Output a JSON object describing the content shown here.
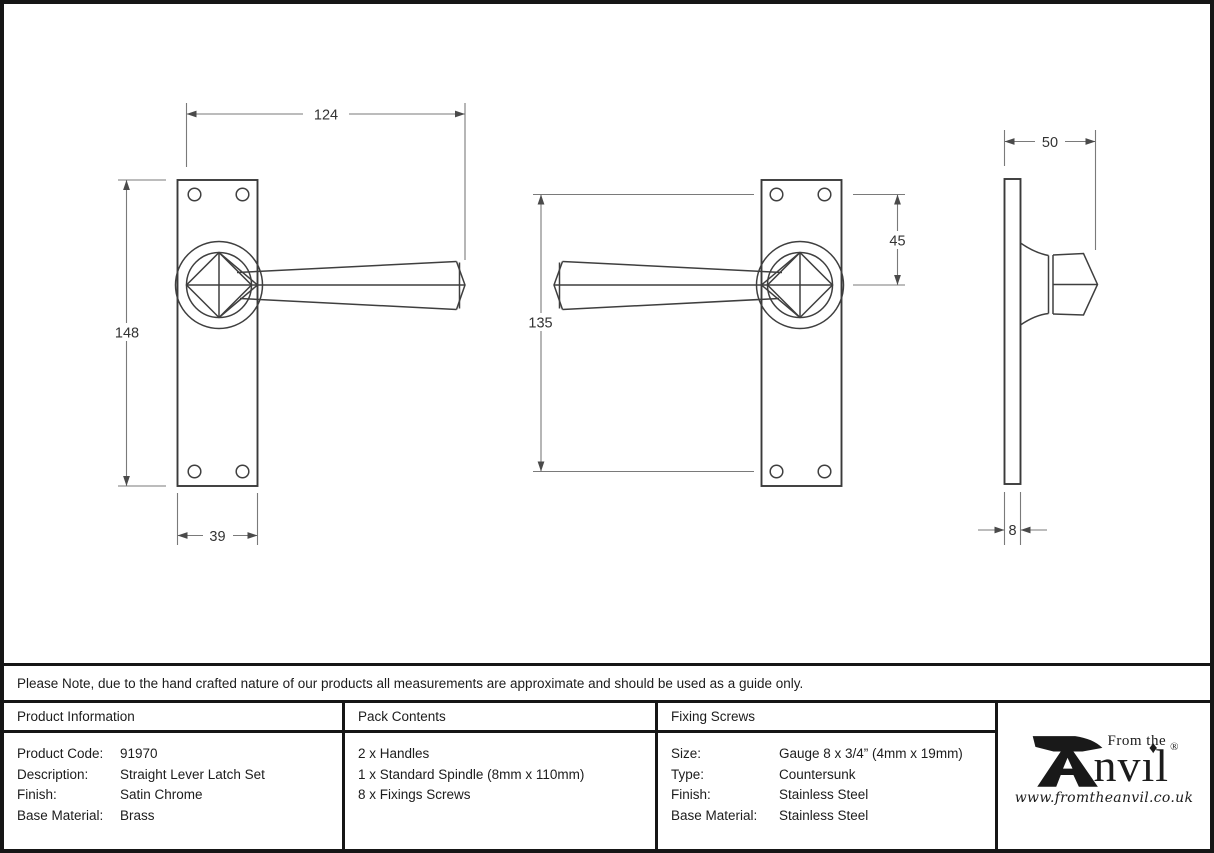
{
  "note": "Please Note, due to the hand crafted nature of our products all measurements are approximate and should be used as a guide only.",
  "drawings": {
    "front_view": {
      "width_mm": "124",
      "height_mm": "148",
      "plate_width_mm": "39"
    },
    "back_view": {
      "fixing_centres_mm": "135",
      "top_to_spindle_mm": "45"
    },
    "side_view": {
      "projection_mm": "50",
      "plate_thickness_mm": "8"
    }
  },
  "table": {
    "product_information": {
      "title": "Product Information",
      "rows": [
        {
          "label": "Product Code:",
          "value": "91970"
        },
        {
          "label": "Description:",
          "value": "Straight Lever Latch Set"
        },
        {
          "label": "Finish:",
          "value": "Satin Chrome"
        },
        {
          "label": "Base Material:",
          "value": "Brass"
        }
      ]
    },
    "pack_contents": {
      "title": "Pack Contents",
      "items": [
        "2 x Handles",
        "1 x Standard Spindle (8mm x 110mm)",
        "8 x Fixings Screws"
      ]
    },
    "fixing_screws": {
      "title": "Fixing Screws",
      "rows": [
        {
          "label": "Size:",
          "value": "Gauge 8 x 3/4” (4mm x 19mm)"
        },
        {
          "label": "Type:",
          "value": "Countersunk"
        },
        {
          "label": "Finish:",
          "value": "Stainless Steel"
        },
        {
          "label": "Base Material:",
          "value": "Stainless Steel"
        }
      ]
    }
  },
  "logo": {
    "prefix": "From the",
    "anvil_text_display": "nvıl",
    "i_tittle": "♦",
    "registered": "®",
    "website": "www.fromtheanvil.co.uk"
  },
  "colors": {
    "ink": "#1c1c1c",
    "drawing_line": "#3f3f3f",
    "dimension_line": "#7a7a7a",
    "border": "#161616"
  }
}
